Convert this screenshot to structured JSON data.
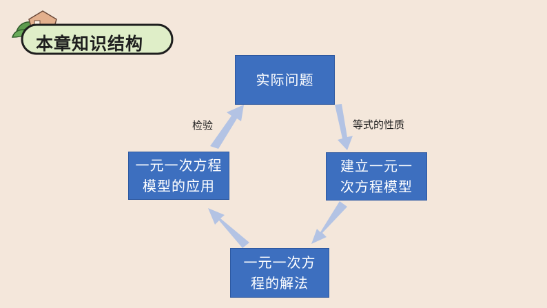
{
  "header": {
    "title": "本章知识结构",
    "colors": {
      "pill_fill": "#dfeec8",
      "pill_stroke": "#1e1e1e",
      "leaf": "#5d9b4e",
      "house": "#e3b08d"
    }
  },
  "diagram": {
    "nodes": {
      "top": {
        "lines": [
          "实际问题"
        ]
      },
      "right": {
        "lines": [
          "建立一元一",
          "次方程模型"
        ]
      },
      "bottom": {
        "lines": [
          "一元一次方",
          "程的解法"
        ]
      },
      "left": {
        "lines": [
          "一元一次方程",
          "模型的应用"
        ]
      }
    },
    "edge_labels": {
      "top_to_right": "等式的性质",
      "left_to_top": "检验"
    },
    "colors": {
      "node_fill": "#3d6fbf",
      "arrow_fill": "#b3c3e4",
      "background": "#f4e7db"
    }
  }
}
